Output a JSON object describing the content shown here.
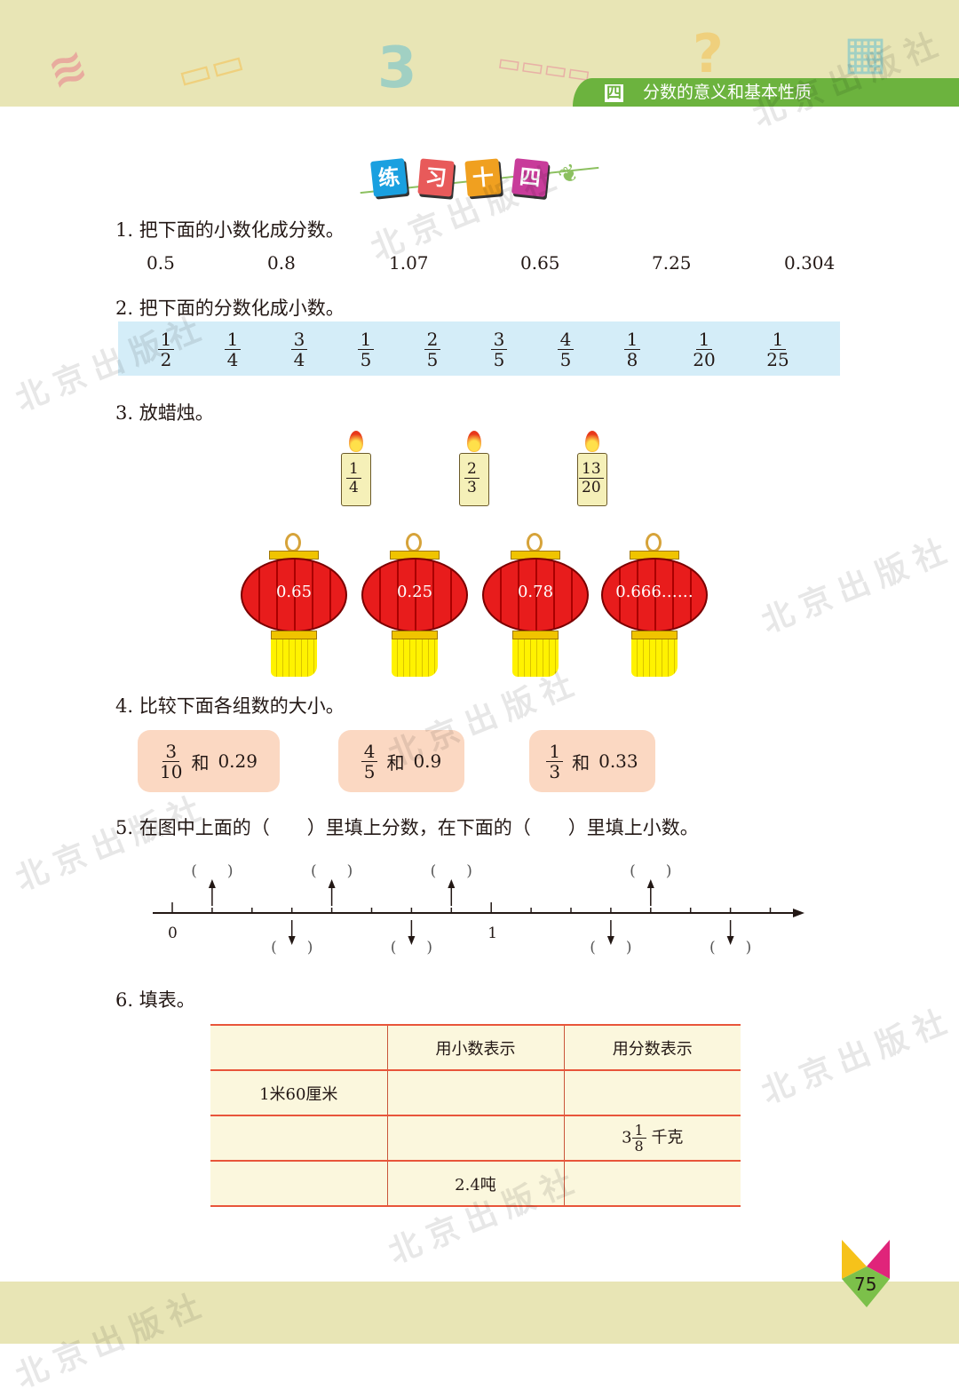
{
  "header": {
    "chapter_number": "四",
    "chapter_title": "分数的意义和基本性质"
  },
  "title": {
    "chars": [
      "练",
      "习",
      "十",
      "四"
    ],
    "colors": [
      "#1aa0e0",
      "#e85a5a",
      "#f0a020",
      "#c83c9a"
    ]
  },
  "q1": {
    "label": "1. 把下面的小数化成分数。",
    "decimals": [
      "0.5",
      "0.8",
      "1.07",
      "0.65",
      "7.25",
      "0.304"
    ]
  },
  "q2": {
    "label": "2. 把下面的分数化成小数。",
    "fractions": [
      [
        "1",
        "2"
      ],
      [
        "1",
        "4"
      ],
      [
        "3",
        "4"
      ],
      [
        "1",
        "5"
      ],
      [
        "2",
        "5"
      ],
      [
        "3",
        "5"
      ],
      [
        "4",
        "5"
      ],
      [
        "1",
        "8"
      ],
      [
        "1",
        "20"
      ],
      [
        "1",
        "25"
      ]
    ]
  },
  "q3": {
    "label": "3. 放蜡烛。",
    "candles": [
      [
        "1",
        "4"
      ],
      [
        "2",
        "3"
      ],
      [
        "13",
        "20"
      ]
    ],
    "lanterns": [
      "0.65",
      "0.25",
      "0.78",
      "0.666……"
    ]
  },
  "q4": {
    "label": "4. 比较下面各组数的大小。",
    "conj": "和",
    "pairs": [
      {
        "n": "3",
        "d": "10",
        "v": "0.29"
      },
      {
        "n": "4",
        "d": "5",
        "v": "0.9"
      },
      {
        "n": "1",
        "d": "3",
        "v": "0.33"
      }
    ]
  },
  "q5": {
    "label": "5. 在图中上面的（　　）里填上分数，在下面的（　　）里填上小数。",
    "zero": "0",
    "one": "1",
    "paren": "(　　)"
  },
  "q6": {
    "label": "6. 填表。",
    "headers": [
      "",
      "用小数表示",
      "用分数表示"
    ],
    "row1": "1米60厘米",
    "row2_whole": "3",
    "row2_n": "1",
    "row2_d": "8",
    "row2_unit": "千克",
    "row3": "2.4吨"
  },
  "page_number": "75",
  "watermark": "北京出版社"
}
